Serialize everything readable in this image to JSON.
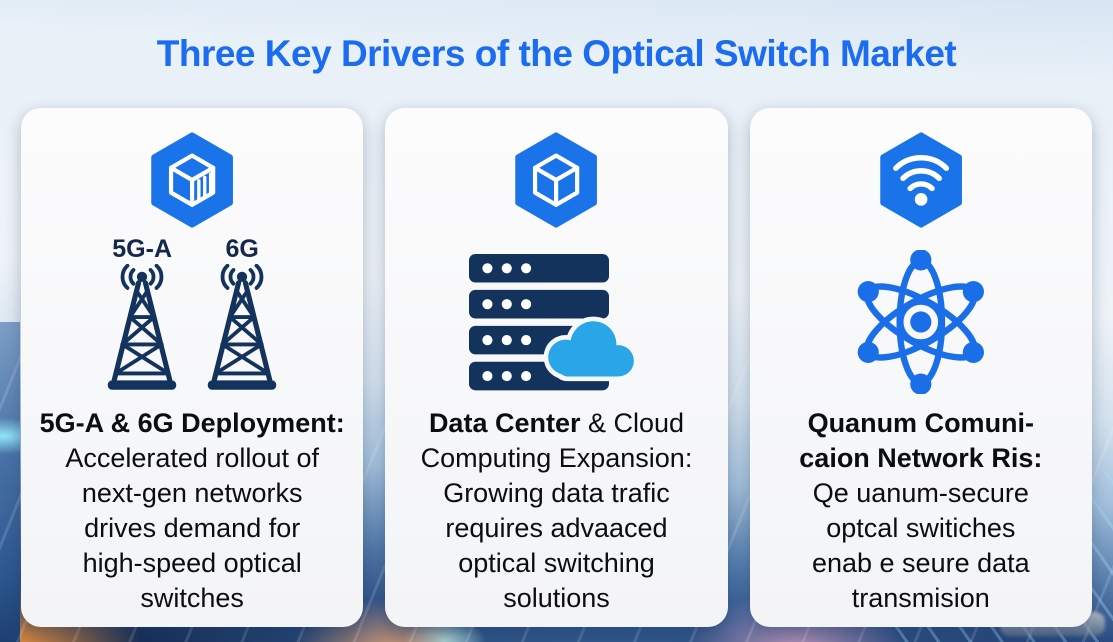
{
  "title": "Three Key Drivers of the Optical Switch Market",
  "colors": {
    "title_blue": "#1b6cf0",
    "icon_blue": "#1a73e8",
    "navy": "#14335c",
    "cloud_blue": "#2aa6e8",
    "background_dark": "#13294f"
  },
  "cards": [
    {
      "icon": "hexagon-cube-stripes-icon",
      "illustration": "twin-radio-towers",
      "tower_labels": [
        "5G-A",
        "6G"
      ],
      "heading_bold": "5G-A & 6G Deployment:",
      "heading_rest": "",
      "body": "Accelerated rollout of\nnext-gen networks\ndrives demand for\nhigh-speed optical\nswitches"
    },
    {
      "icon": "hexagon-cube-icon",
      "illustration": "server-rack-cloud",
      "heading_bold": "Data Center",
      "heading_rest": " & Cloud\nComputing Expansion:",
      "body": "Growing data trafic\nrequires advaaced\noptical switching\nsolutions"
    },
    {
      "icon": "hexagon-wifi-icon",
      "illustration": "quantum-atom-network",
      "heading_bold": "Quanum Comuni-\ncaion Network Ris:",
      "heading_rest": "",
      "body": "Qe uanum-secure\noptcal switiches\nenab e seure data\ntransmision"
    }
  ]
}
